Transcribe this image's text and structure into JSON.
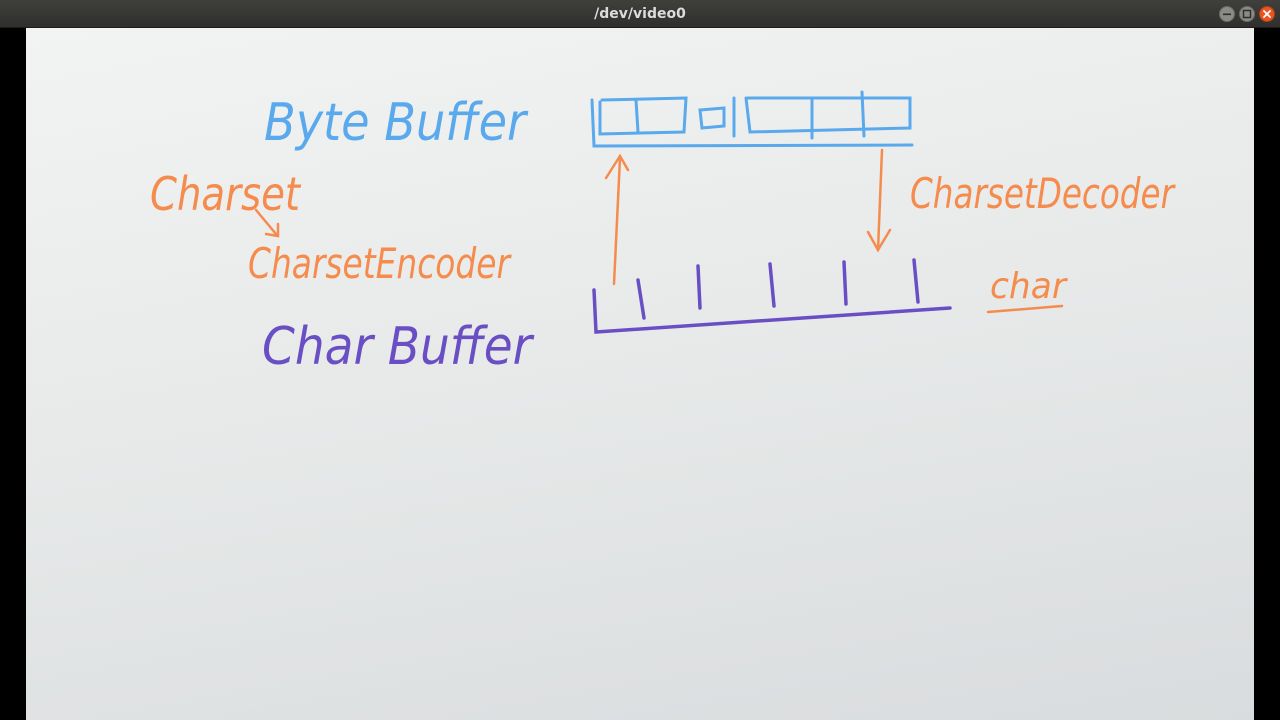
{
  "window": {
    "title": "/dev/video0",
    "buttons": {
      "minimize_icon": "minimize-icon",
      "maximize_icon": "maximize-icon",
      "close_icon": "close-icon"
    }
  },
  "whiteboard": {
    "labels": {
      "byte_buffer": "Byte Buffer",
      "charset": "Charset",
      "charset_encoder": "CharsetEncoder",
      "charset_decoder": "CharsetDecoder",
      "char_buffer": "Char Buffer",
      "char": "char"
    },
    "colors": {
      "blue": "#5aa9ec",
      "orange": "#f58b4c",
      "purple": "#6a4fc4"
    }
  }
}
